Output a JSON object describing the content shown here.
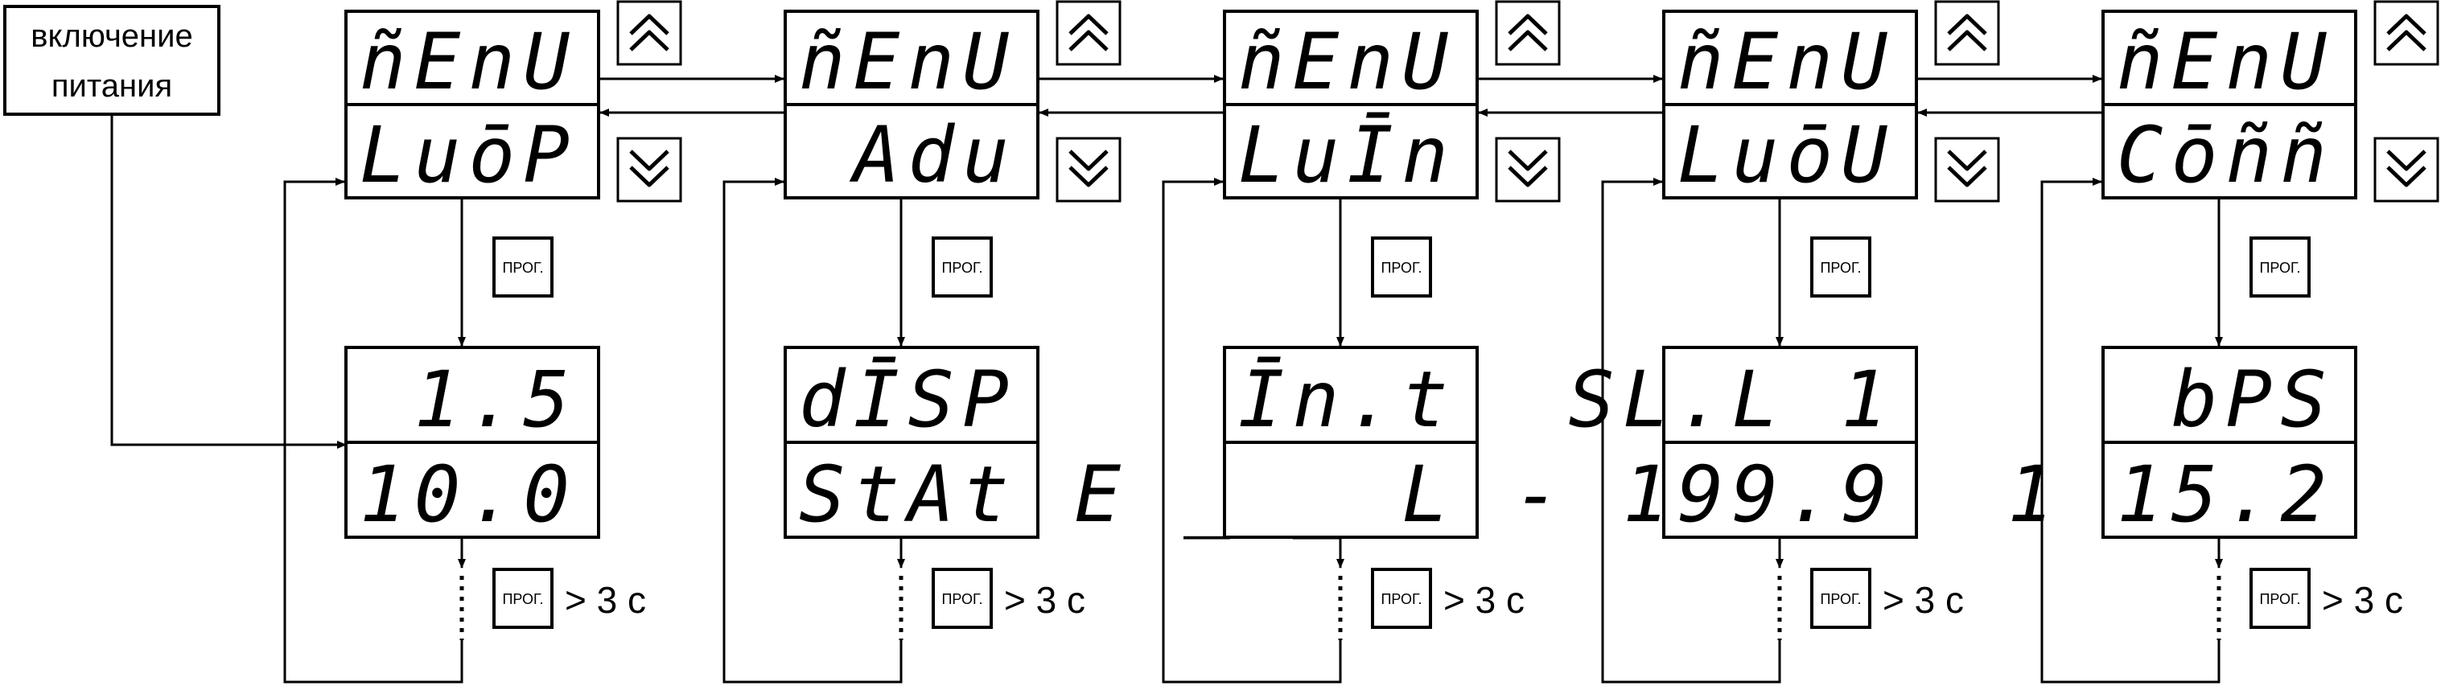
{
  "power_on_label": [
    "включение",
    "питания"
  ],
  "button_prog": "ПРОГ.",
  "hold_note": "> 3 с",
  "icons": {
    "up": "double-chevron-up-icon",
    "down": "double-chevron-down-icon"
  },
  "columns": [
    {
      "menu": "ñEnU",
      "group": "LuōP",
      "param": "1.5",
      "value": "10.0"
    },
    {
      "menu": "ñEnU",
      "group": "Adu",
      "param": "dĪSP",
      "value": "StAt"
    },
    {
      "menu": "ñEnU",
      "group": "LuĪn",
      "param": "Īn.t",
      "value": "E _ _ L"
    },
    {
      "menu": "ñEnU",
      "group": "LuōU",
      "param": "SL.L 1",
      "value": "- 199.9"
    },
    {
      "menu": "ñEnU",
      "group": "Cōññ",
      "param": "bPS",
      "value": "1 15.2"
    }
  ]
}
